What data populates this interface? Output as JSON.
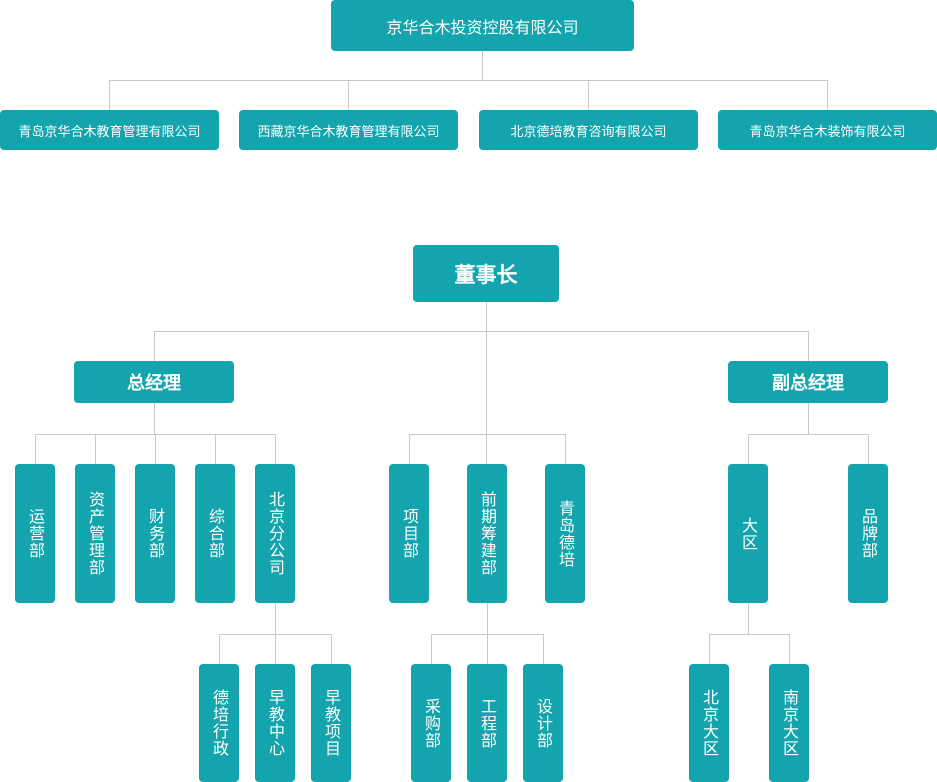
{
  "company": {
    "root": "京华合木投资控股有限公司",
    "subsidiaries": [
      "青岛京华合木教育管理有限公司",
      "西藏京华合木教育管理有限公司",
      "北京德培教育咨询有限公司",
      "青岛京华合木装饰有限公司"
    ]
  },
  "org": {
    "chairman": "董事长",
    "gm": {
      "title": "总经理",
      "depts": [
        "运营部",
        "资产管理部",
        "财务部",
        "综合部",
        "北京分公司"
      ],
      "beijing_branch_units": [
        "德培行政",
        "早教中心",
        "早教项目"
      ]
    },
    "center": {
      "depts": [
        "项目部",
        "前期筹建部",
        "青岛德培"
      ],
      "prep_units": [
        "采购部",
        "工程部",
        "设计部"
      ]
    },
    "dgm": {
      "title": "副总经理",
      "depts": [
        "大区",
        "品牌部"
      ],
      "region_units": [
        "北京大区",
        "南京大区"
      ]
    }
  },
  "colors": {
    "node": "#13a4ad",
    "line": "#c8c8c8",
    "text": "#ffffff"
  }
}
